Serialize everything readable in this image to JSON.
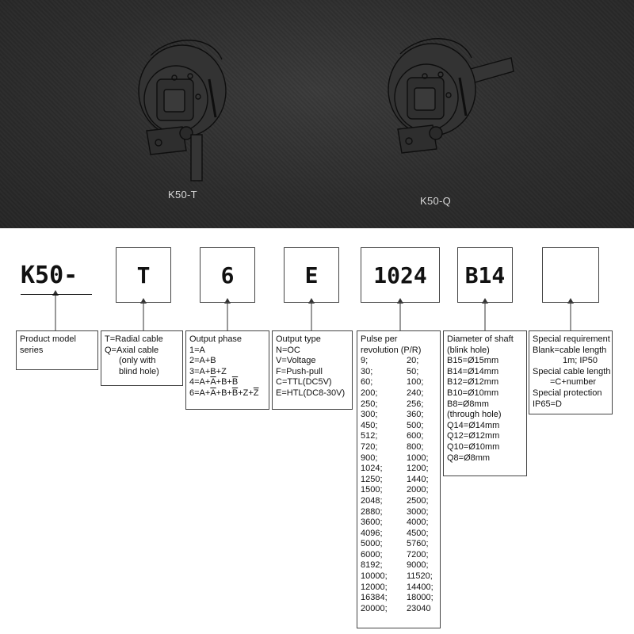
{
  "photos": {
    "left_caption": "K50-T",
    "right_caption": "K50-Q"
  },
  "code": {
    "prefix": "K50-",
    "boxes": [
      "T",
      "6",
      "E",
      "1024",
      "B14",
      ""
    ]
  },
  "descriptions": {
    "product": [
      "Product model",
      "series"
    ],
    "cable": [
      "T=Radial cable",
      "Q=Axial cable",
      "(only with",
      "blind hole)"
    ],
    "phase": {
      "title": "Output phase",
      "items": [
        "1=A",
        "2=A+B",
        "3=A+B+Z"
      ],
      "item4": {
        "p1": "4=A+",
        "p2": "A",
        "p3": "+B+",
        "p4": "B"
      },
      "item6": {
        "p1": "6=A+",
        "p2": "A",
        "p3": "+B+",
        "p4": "B",
        "p5": "+Z+",
        "p6": "Z"
      }
    },
    "output_type": [
      "Output type",
      "N=OC",
      "V=Voltage",
      "F=Push-pull",
      "C=TTL(DC5V)",
      "E=HTL(DC8-30V)"
    ],
    "pulse": {
      "title1": "Pulse per",
      "title2": "revolution (P/R)",
      "left": [
        "9;",
        "30;",
        "60;",
        "200;",
        "250;",
        "300;",
        "450;",
        "512;",
        "720;",
        "900;",
        "1024;",
        "1250;",
        "1500;",
        "2048;",
        "2880;",
        "3600;",
        "4096;",
        "5000;",
        "6000;",
        "8192;",
        "10000;",
        "12000;",
        "16384;",
        "20000;"
      ],
      "right": [
        "20;",
        "50;",
        "100;",
        "240;",
        "256;",
        "360;",
        "500;",
        "600;",
        "800;",
        "1000;",
        "1200;",
        "1440;",
        "2000;",
        "2500;",
        "3000;",
        "4000;",
        "4500;",
        "5760;",
        "7200;",
        "9000;",
        "11520;",
        "14400;",
        "18000;",
        "23040"
      ]
    },
    "shaft": [
      "Diameter of shaft",
      "(blink hole)",
      "B15=Ø15mm",
      "B14=Ø14mm",
      "B12=Ø12mm",
      "B10=Ø10mm",
      "B8=Ø8mm",
      "(through hole)",
      "Q14=Ø14mm",
      "Q12=Ø12mm",
      "Q10=Ø10mm",
      "Q8=Ø8mm"
    ],
    "special": [
      "Special requirement",
      "Blank=cable length",
      "1m; IP50",
      "Special cable length",
      "=C+number",
      "Special protection",
      "IP65=D"
    ]
  }
}
